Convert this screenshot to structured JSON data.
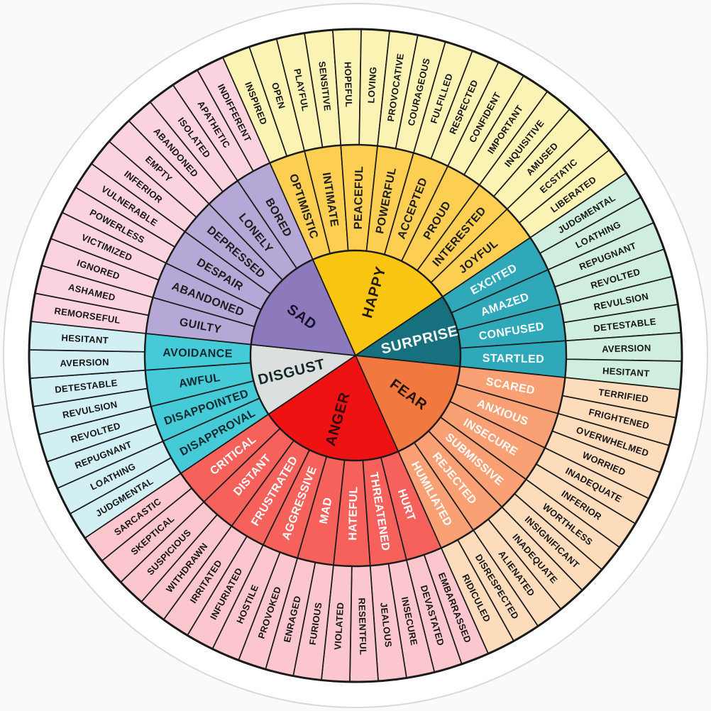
{
  "poster": {
    "background_color": "#fafafa",
    "card_color": "#ffffff",
    "card_edge_color": "#d9d9d9",
    "line_color": "#1a1a1a"
  },
  "wheel": {
    "start_angle_deg": -24,
    "sections": [
      {
        "core": "HAPPY",
        "colors": {
          "core": "#f9c513",
          "mid": "#fccf52",
          "outer": "#fbf3b4",
          "core_text": "#221a00",
          "mid_text": "#1d1d1d",
          "outer_text": "#161616"
        },
        "middle": [
          {
            "label": "OPTIMISTIC",
            "outer": [
              "INSPIRED",
              "OPEN"
            ]
          },
          {
            "label": "INTIMATE",
            "outer": [
              "PLAYFUL",
              "SENSITIVE"
            ]
          },
          {
            "label": "PEACEFUL",
            "outer": [
              "HOPEFUL",
              "LOVING"
            ]
          },
          {
            "label": "POWERFUL",
            "outer": [
              "PROVOCATIVE",
              "COURAGEOUS"
            ]
          },
          {
            "label": "ACCEPTED",
            "outer": [
              "FULFILLED",
              "RESPECTED"
            ]
          },
          {
            "label": "PROUD",
            "outer": [
              "CONFIDENT",
              "IMPORTANT"
            ]
          },
          {
            "label": "INTERESTED",
            "outer": [
              "INQUISITIVE",
              "AMUSED"
            ]
          },
          {
            "label": "JOYFUL",
            "outer": [
              "ECSTATIC",
              "LIBERATED"
            ]
          }
        ]
      },
      {
        "core": "SURPRISE",
        "colors": {
          "core": "#17707e",
          "mid": "#2fa8ba",
          "outer": "#cfeede",
          "core_text": "#ffffff",
          "mid_text": "#ffffff",
          "outer_text": "#161616"
        },
        "middle": [
          {
            "label": "EXCITED",
            "outer": [
              "JUDGMENTAL",
              "LOATHING"
            ]
          },
          {
            "label": "AMAZED",
            "outer": [
              "REPUGNANT",
              "REVOLTED"
            ]
          },
          {
            "label": "CONFUSED",
            "outer": [
              "REVULSION",
              "DETESTABLE"
            ]
          },
          {
            "label": "STARTLED",
            "outer": [
              "AVERSION",
              "HESITANT"
            ]
          }
        ]
      },
      {
        "core": "FEAR",
        "colors": {
          "core": "#f1793f",
          "mid": "#f9a175",
          "outer": "#fddcbc",
          "core_text": "#26130a",
          "mid_text": "#ffffff",
          "outer_text": "#161616"
        },
        "middle": [
          {
            "label": "SCARED",
            "outer": [
              "TERRIFIED",
              "FRIGHTENED"
            ]
          },
          {
            "label": "ANXIOUS",
            "outer": [
              "OVERWHELMED",
              "WORRIED"
            ]
          },
          {
            "label": "INSECURE",
            "outer": [
              "INADEQUATE",
              "INFERIOR"
            ]
          },
          {
            "label": "SUBMISSIVE",
            "outer": [
              "WORTHLESS",
              "INSIGNIFICANT"
            ]
          },
          {
            "label": "REJECTED",
            "outer": [
              "INADEQUATE",
              "ALIENATED"
            ]
          },
          {
            "label": "HUMILIATED",
            "outer": [
              "DISRESPECTED",
              "RIDICULED"
            ]
          }
        ]
      },
      {
        "core": "ANGER",
        "colors": {
          "core": "#ee1312",
          "mid": "#f6625b",
          "outer": "#fbc6ce",
          "core_text": "#33060a",
          "mid_text": "#ffffff",
          "outer_text": "#161616"
        },
        "middle": [
          {
            "label": "HURT",
            "outer": [
              "EMBARRASSED",
              "DEVASTATED"
            ]
          },
          {
            "label": "THREATENED",
            "outer": [
              "INSECURE",
              "JEALOUS"
            ]
          },
          {
            "label": "HATEFUL",
            "outer": [
              "RESENTFUL",
              "VIOLATED"
            ]
          },
          {
            "label": "MAD",
            "outer": [
              "FURIOUS",
              "ENRAGED"
            ]
          },
          {
            "label": "AGGRESSIVE",
            "outer": [
              "PROVOKED",
              "HOSTILE"
            ]
          },
          {
            "label": "FRUSTRATED",
            "outer": [
              "INFURIATED",
              "IRRITATED"
            ]
          },
          {
            "label": "DISTANT",
            "outer": [
              "WITHDRAWN",
              "SUSPICIOUS"
            ]
          },
          {
            "label": "CRITICAL",
            "outer": [
              "SKEPTICAL",
              "SARCASTIC"
            ]
          }
        ]
      },
      {
        "core": "DISGUST",
        "colors": {
          "core": "#dbdfde",
          "mid": "#45cad8",
          "outer": "#d2f0f3",
          "core_text": "#14262b",
          "mid_text": "#10282e",
          "outer_text": "#161616"
        },
        "middle": [
          {
            "label": "DISAPPROVAL",
            "outer": [
              "JUDGMENTAL",
              "LOATHING"
            ]
          },
          {
            "label": "DISAPPOINTED",
            "outer": [
              "REPUGNANT",
              "REVOLTED"
            ]
          },
          {
            "label": "AWFUL",
            "outer": [
              "REVULSION",
              "DETESTABLE"
            ]
          },
          {
            "label": "AVOIDANCE",
            "outer": [
              "AVERSION",
              "HESITANT"
            ]
          }
        ]
      },
      {
        "core": "SAD",
        "colors": {
          "core": "#8c7abc",
          "mid": "#b5a8d7",
          "outer": "#fad3df",
          "core_text": "#180f2a",
          "mid_text": "#1d1d1d",
          "outer_text": "#161616"
        },
        "middle": [
          {
            "label": "GUILTY",
            "outer": [
              "REMORSEFUL",
              "ASHAMED"
            ]
          },
          {
            "label": "ABANDONED",
            "outer": [
              "IGNORED",
              "VICTIMIZED"
            ]
          },
          {
            "label": "DESPAIR",
            "outer": [
              "POWERLESS",
              "VULNERABLE"
            ]
          },
          {
            "label": "DEPRESSED",
            "outer": [
              "INFERIOR",
              "EMPTY"
            ]
          },
          {
            "label": "LONELY",
            "outer": [
              "ABANDONED",
              "ISOLATED"
            ]
          },
          {
            "label": "BORED",
            "outer": [
              "APATHETIC",
              "INDIFFERENT"
            ]
          }
        ]
      }
    ]
  }
}
